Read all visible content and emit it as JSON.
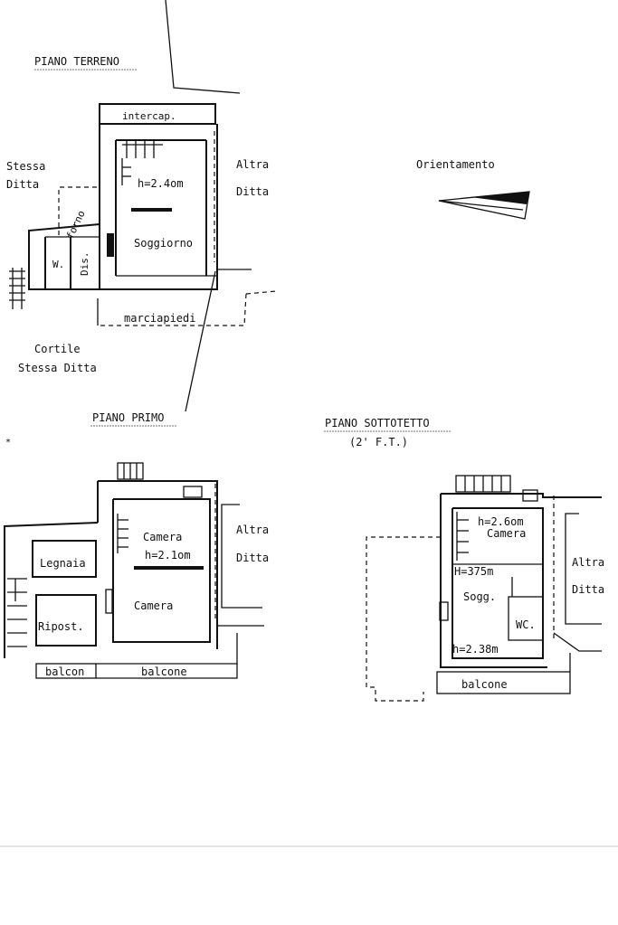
{
  "ground_floor": {
    "title": "PIANO TERRENO",
    "intercap": "intercap.",
    "stessa_1": "Stessa",
    "stessa_2": "Ditta",
    "altra_1": "Altra",
    "altra_2": "Ditta",
    "forno": "forno",
    "height": "h=2.4om",
    "soggiorno": "Soggiorno",
    "w": "W.",
    "dis": "Dis.",
    "marciapiedi": "marciapiedi",
    "cortile_1": "Cortile",
    "cortile_2": "Stessa Ditta"
  },
  "orientation": {
    "label": "Orientamento"
  },
  "first_floor": {
    "title": "PIANO PRIMO",
    "camera_top": "Camera",
    "height": "h=2.1om",
    "camera_bottom": "Camera",
    "legnaia": "Legnaia",
    "ripost": "Ripost.",
    "balcon": "balcon",
    "balcone": "balcone",
    "altra_1": "Altra",
    "altra_2": "Ditta"
  },
  "attic_floor": {
    "title": "PIANO SOTTOTETTO",
    "subtitle": "(2' F.T.)",
    "height_top": "h=2.6om",
    "camera": "Camera",
    "height_mid": "H=375m",
    "sogg": "Sogg.",
    "wc": "WC.",
    "height_bottom": "h=2.38m",
    "balcone": "balcone",
    "altra_1": "Altra",
    "altra_2": "Ditta"
  }
}
